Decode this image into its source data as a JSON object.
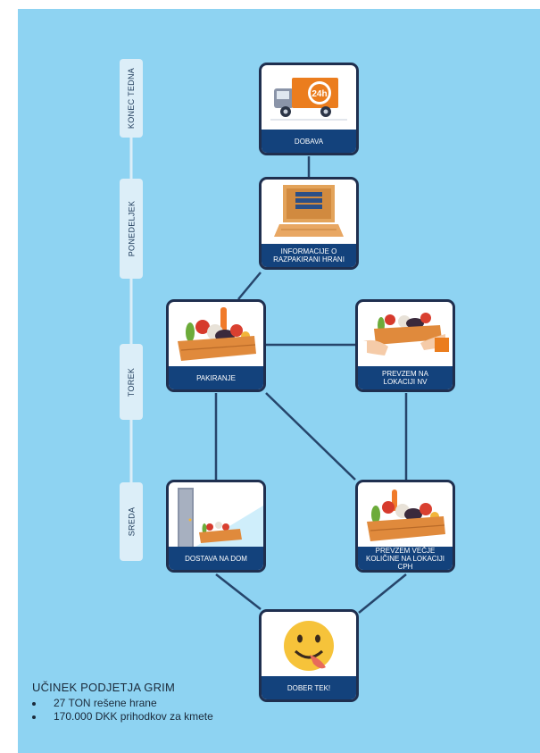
{
  "days": [
    {
      "label": "KONEC TEDNA"
    },
    {
      "label": "PONEDELJEK"
    },
    {
      "label": "TOREK"
    },
    {
      "label": "SREDA"
    }
  ],
  "nodes": [
    {
      "id": "dobava",
      "label": "DOBAVA",
      "icon": "delivery-truck-24h-icon"
    },
    {
      "id": "informacije",
      "label": "INFORMACIJE O\nRAZPAKIRANI HRANI",
      "icon": "open-box-info-icon"
    },
    {
      "id": "pakiranje",
      "label": "PAKIRANJE",
      "icon": "vegetable-crate-icon"
    },
    {
      "id": "prevzem_nv",
      "label": "PREVZEM NA\nLOKACIJI NV",
      "icon": "hands-vegetable-crate-icon"
    },
    {
      "id": "dostava",
      "label": "DOSTAVA NA DOM",
      "icon": "door-vegetable-crate-icon"
    },
    {
      "id": "prevzem_cph",
      "label": "PREVZEM VEČJE\nKOLIČINE NA LOKACIJI CPH",
      "icon": "vegetable-crate-icon"
    },
    {
      "id": "dober_tek",
      "label": "DOBER TEK!",
      "icon": "yummy-face-emoji-icon"
    }
  ],
  "edges": [
    [
      "dobava",
      "informacije"
    ],
    [
      "informacije",
      "pakiranje"
    ],
    [
      "pakiranje",
      "prevzem_nv"
    ],
    [
      "pakiranje",
      "dostava"
    ],
    [
      "pakiranje",
      "prevzem_cph"
    ],
    [
      "prevzem_nv",
      "prevzem_cph"
    ],
    [
      "dostava",
      "dober_tek"
    ],
    [
      "prevzem_cph",
      "dober_tek"
    ]
  ],
  "impact": {
    "title": "UČINEK PODJETJA GRIM",
    "items": [
      "27 TON rešene hrane",
      "170.000 DKK prihodkov za kmete"
    ]
  },
  "colors": {
    "background": "#8ed3f2",
    "card_border": "#1f2f4f",
    "label_bar": "#13427c",
    "timeline": "#dceef8",
    "connector": "#26456b",
    "truck": "#eb7d1e",
    "crate": "#e08a3c"
  }
}
